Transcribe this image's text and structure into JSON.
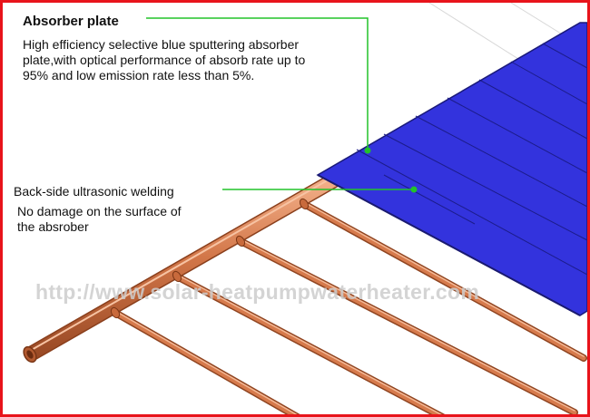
{
  "annotations": {
    "absorber_title": "Absorber plate",
    "absorber_desc": "High efficiency selective blue sputtering absorber plate,with optical performance of absorb rate up to 95% and low emission rate less than 5%.",
    "welding_title": "Back-side ultrasonic welding",
    "welding_desc": "No damage on the surface of the absrober"
  },
  "watermark": "http://www.solar-heatpumpwaterheater.com",
  "colors": {
    "frame": "#e8141b",
    "plate": "#3333dd",
    "copper": "#c8683e",
    "leader": "#22c32a"
  }
}
